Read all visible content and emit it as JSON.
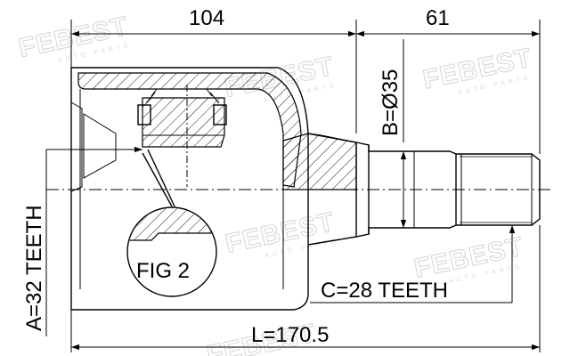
{
  "watermark": {
    "brand": "FEBEST",
    "subtitle": "AUTO PARTS"
  },
  "dimensions": {
    "top_left_length": "104",
    "top_right_length": "61",
    "diameter_b": "B=Ø35",
    "teeth_a": "A=32 TEETH",
    "teeth_c": "C=28 TEETH",
    "total_length": "L=170.5"
  },
  "figure_label": "FIG 2"
}
